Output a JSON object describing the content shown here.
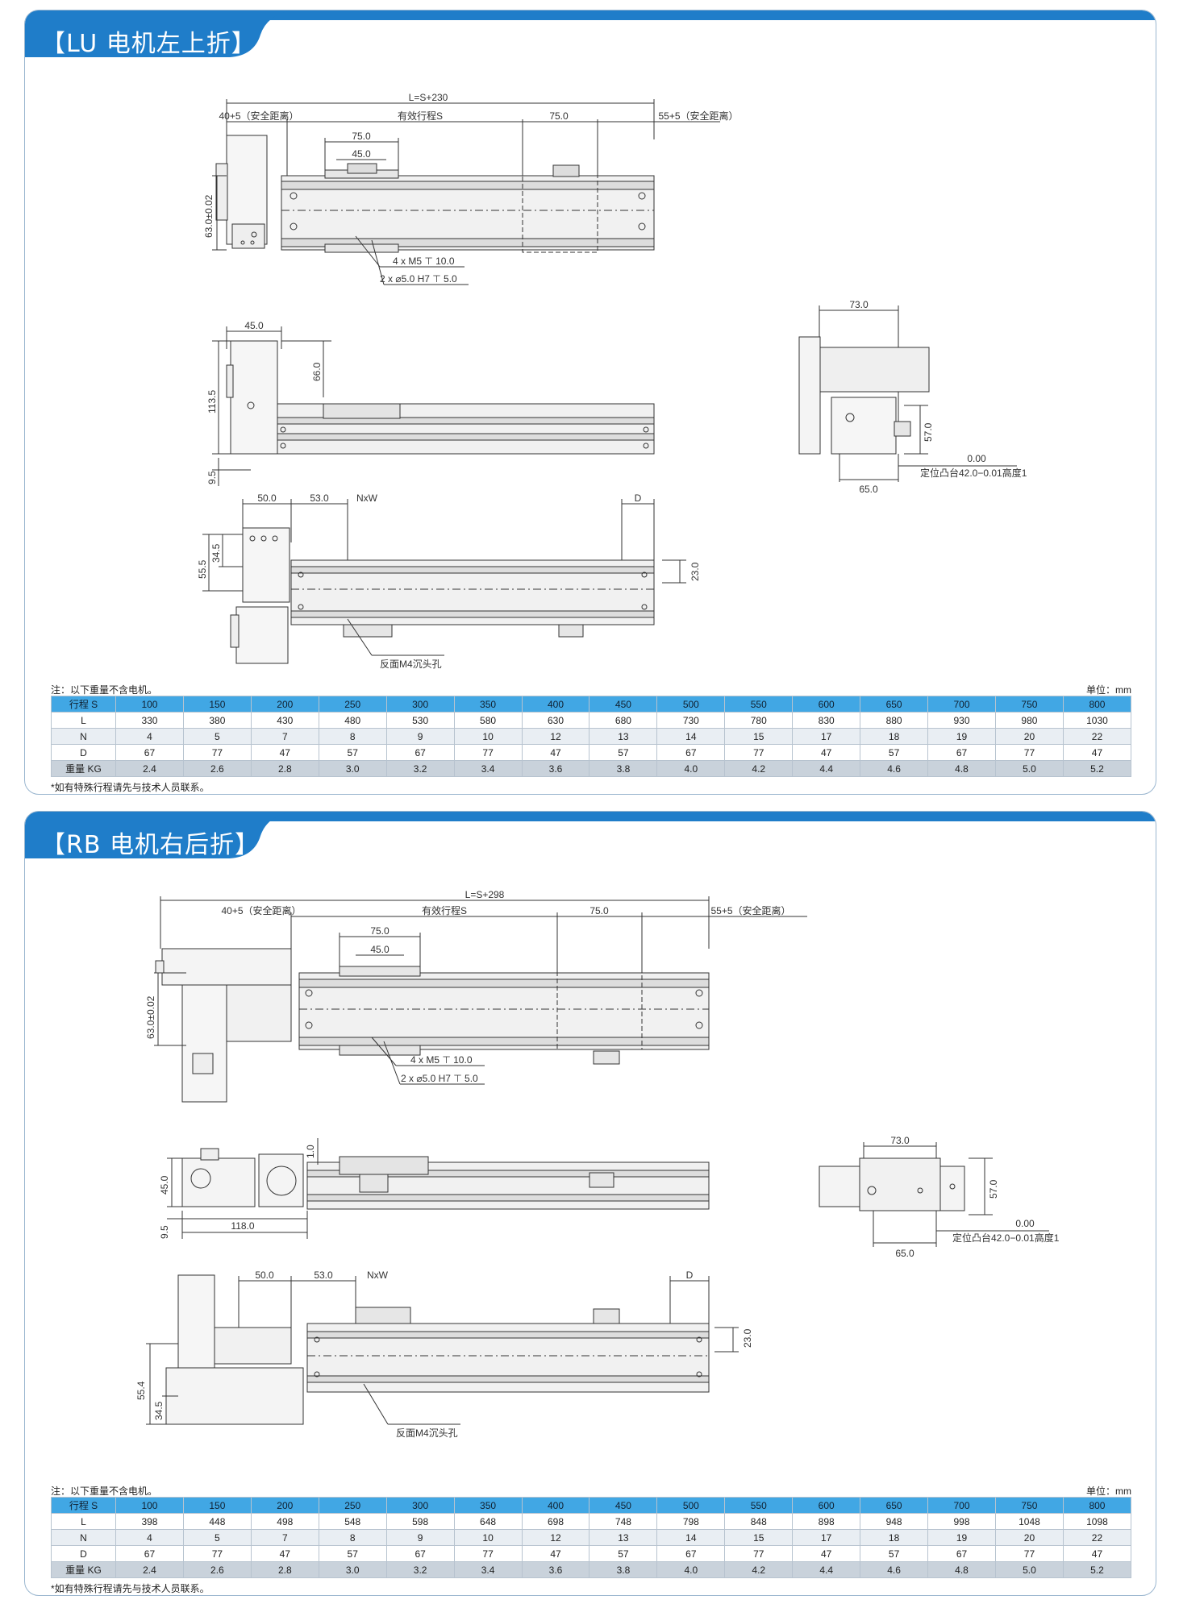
{
  "sections": [
    {
      "title": "【LU 电机左上折】",
      "dims": {
        "total": "L=S+230",
        "safe_left": "40+5（安全距离）",
        "stroke": "有效行程S",
        "d75": "75.0",
        "safe_right": "55+5（安全距离）",
        "d75b": "75.0",
        "d45": "45.0",
        "h63": "63.0±0.02",
        "m5": "4 x  M5 ⊤ 10.0",
        "h7": "2 x ⌀5.0 H7 ⊤ 5.0",
        "w45": "45.0",
        "h113": "113.5",
        "h66": "66.0",
        "h9": "9.5",
        "w73": "73.0",
        "h57": "57.0",
        "w65": "65.0",
        "z0": "0.00",
        "loc": "定位凸台42.0−0.01高度1",
        "b50": "50.0",
        "b53": "53.0",
        "nxw": "NxW",
        "dd": "D",
        "h55": "55.5",
        "h34": "34.5",
        "h23": "23.0",
        "m4": "反面M4沉头孔"
      },
      "note": "注：以下重量不含电机。",
      "unit": "单位：mm",
      "footnote": "*如有特殊行程请先与技术人员联系。",
      "table": {
        "header": [
          "行程 S",
          "100",
          "150",
          "200",
          "250",
          "300",
          "350",
          "400",
          "450",
          "500",
          "550",
          "600",
          "650",
          "700",
          "750",
          "800"
        ],
        "rows": [
          [
            "L",
            "330",
            "380",
            "430",
            "480",
            "530",
            "580",
            "630",
            "680",
            "730",
            "780",
            "830",
            "880",
            "930",
            "980",
            "1030"
          ],
          [
            "N",
            "4",
            "5",
            "7",
            "8",
            "9",
            "10",
            "12",
            "13",
            "14",
            "15",
            "17",
            "18",
            "19",
            "20",
            "22"
          ],
          [
            "D",
            "67",
            "77",
            "47",
            "57",
            "67",
            "77",
            "47",
            "57",
            "67",
            "77",
            "47",
            "57",
            "67",
            "77",
            "47"
          ],
          [
            "重量  KG",
            "2.4",
            "2.6",
            "2.8",
            "3.0",
            "3.2",
            "3.4",
            "3.6",
            "3.8",
            "4.0",
            "4.2",
            "4.4",
            "4.6",
            "4.8",
            "5.0",
            "5.2"
          ]
        ]
      }
    },
    {
      "title": "【RB 电机右后折】",
      "dims": {
        "total": "L=S+298",
        "safe_left": "40+5（安全距离）",
        "stroke": "有效行程S",
        "d75": "75.0",
        "safe_right": "55+5（安全距离）",
        "d75b": "75.0",
        "d45": "45.0",
        "h63": "63.0±0.02",
        "m5": "4 x  M5 ⊤ 10.0",
        "h7": "2 x ⌀5.0 H7 ⊤ 5.0",
        "h1": "1.0",
        "h45": "45.0",
        "h9": "9.5",
        "w118": "118.0",
        "w73": "73.0",
        "h57": "57.0",
        "w65": "65.0",
        "z0": "0.00",
        "loc": "定位凸台42.0−0.01高度1",
        "b50": "50.0",
        "b53": "53.0",
        "nxw": "NxW",
        "dd": "D",
        "h23": "23.0",
        "h55": "55.4",
        "h34": "34.5",
        "m4": "反面M4沉头孔"
      },
      "note": "注：以下重量不含电机。",
      "unit": "单位：mm",
      "footnote": "*如有特殊行程请先与技术人员联系。",
      "table": {
        "header": [
          "行程 S",
          "100",
          "150",
          "200",
          "250",
          "300",
          "350",
          "400",
          "450",
          "500",
          "550",
          "600",
          "650",
          "700",
          "750",
          "800"
        ],
        "rows": [
          [
            "L",
            "398",
            "448",
            "498",
            "548",
            "598",
            "648",
            "698",
            "748",
            "798",
            "848",
            "898",
            "948",
            "998",
            "1048",
            "1098"
          ],
          [
            "N",
            "4",
            "5",
            "7",
            "8",
            "9",
            "10",
            "12",
            "13",
            "14",
            "15",
            "17",
            "18",
            "19",
            "20",
            "22"
          ],
          [
            "D",
            "67",
            "77",
            "47",
            "57",
            "67",
            "77",
            "47",
            "57",
            "67",
            "77",
            "47",
            "57",
            "67",
            "77",
            "47"
          ],
          [
            "重量  KG",
            "2.4",
            "2.6",
            "2.8",
            "3.0",
            "3.2",
            "3.4",
            "3.6",
            "3.8",
            "4.0",
            "4.2",
            "4.4",
            "4.6",
            "4.8",
            "5.0",
            "5.2"
          ]
        ]
      }
    }
  ]
}
